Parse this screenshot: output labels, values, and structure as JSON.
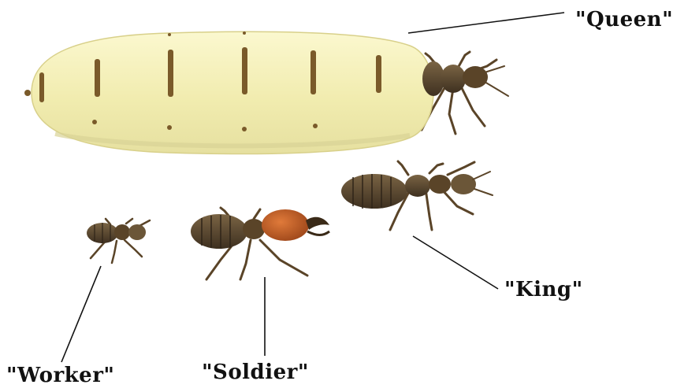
{
  "labels": {
    "queen": "\"Queen\"",
    "king": "\"King\"",
    "soldier": "\"Soldier\"",
    "worker": "\"Worker\""
  },
  "colors": {
    "queen_abdomen": "#f3f0b8",
    "queen_abdomen_shadow": "#e2dc95",
    "segment_mark": "#7a5a2a",
    "body_dark": "#4a3a28",
    "body_mid": "#6b5638",
    "soldier_head": "#c2602a",
    "leader_line": "#111111"
  },
  "icons": [
    "queen-termite-icon",
    "king-termite-icon",
    "soldier-termite-icon",
    "worker-termite-icon"
  ]
}
